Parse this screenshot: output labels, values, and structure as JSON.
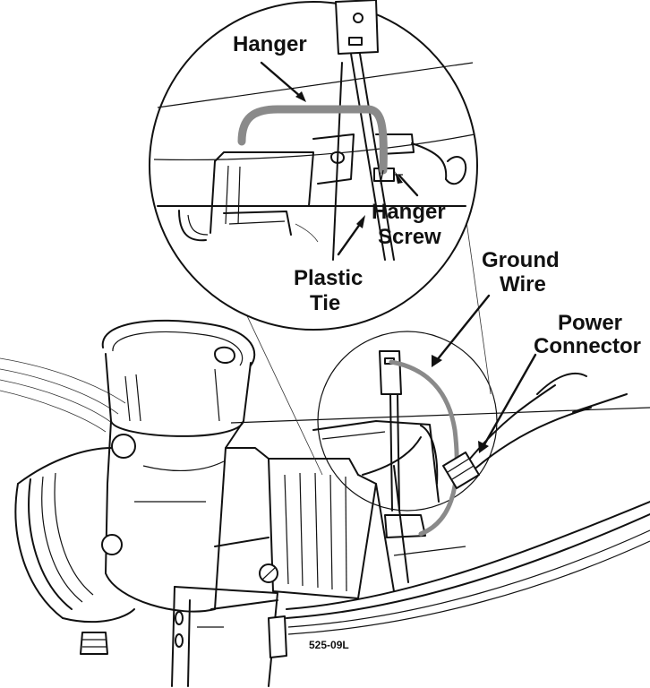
{
  "callouts": {
    "hanger": "Hanger",
    "hanger_screw_1": "Hanger",
    "hanger_screw_2": "Screw",
    "plastic_tie_1": "Plastic",
    "plastic_tie_2": "Tie",
    "ground_wire_1": "Ground",
    "ground_wire_2": "Wire",
    "power_connector_1": "Power",
    "power_connector_2": "Connector"
  },
  "figure_number": "525-09L"
}
